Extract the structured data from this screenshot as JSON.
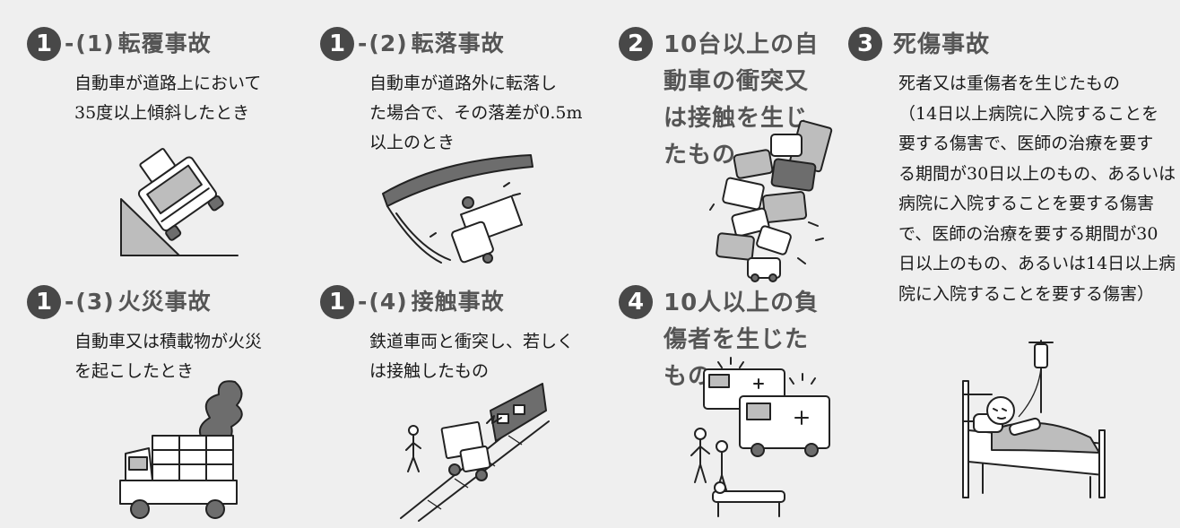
{
  "colors": {
    "background": "#efefef",
    "badge": "#484848",
    "heading": "#555555",
    "body_text": "#1a1a1a"
  },
  "panels": {
    "p1_1": {
      "badge": "1",
      "sep": "-",
      "sub": "(1)",
      "title": "転覆事故",
      "lines": [
        "自動車が道路上において",
        "35度以上傾斜したとき"
      ],
      "illustration": "overturned-truck-icon"
    },
    "p1_2": {
      "badge": "1",
      "sep": "-",
      "sub": "(2)",
      "title": "転落事故",
      "lines": [
        "自動車が道路外に転落し",
        "た場合で、その落差が0.5m",
        "以上のとき"
      ],
      "illustration": "fallen-truck-icon"
    },
    "p1_3": {
      "badge": "1",
      "sep": "-",
      "sub": "(3)",
      "title": "火災事故",
      "lines": [
        "自動車又は積載物が火災",
        "を起こしたとき"
      ],
      "illustration": "burning-truck-icon"
    },
    "p1_4": {
      "badge": "1",
      "sep": "-",
      "sub": "(4)",
      "title": "接触事故",
      "lines": [
        "鉄道車両と衝突し、若しく",
        "は接触したもの"
      ],
      "illustration": "train-collision-icon"
    },
    "p2": {
      "badge": "2",
      "lines": [
        "10台以上の自",
        "動車の衝突又",
        "は接触を生じ",
        "たもの"
      ],
      "illustration": "multi-vehicle-pileup-icon"
    },
    "p4": {
      "badge": "4",
      "lines": [
        "10人以上の負",
        "傷者を生じた",
        "もの"
      ],
      "illustration": "ambulances-icon"
    },
    "p3": {
      "badge": "3",
      "title": "死傷事故",
      "lines": [
        "死者又は重傷者を生じたもの",
        "（14日以上病院に入院することを",
        "要する傷害で、医師の治療を要す",
        "る期間が30日以上のもの、あるいは",
        "病院に入院することを要する傷害",
        "で、医師の治療を要する期間が30",
        "日以上のもの、あるいは14日以上病",
        "院に入院することを要する傷害）"
      ],
      "illustration": "hospital-bed-patient-icon"
    }
  }
}
